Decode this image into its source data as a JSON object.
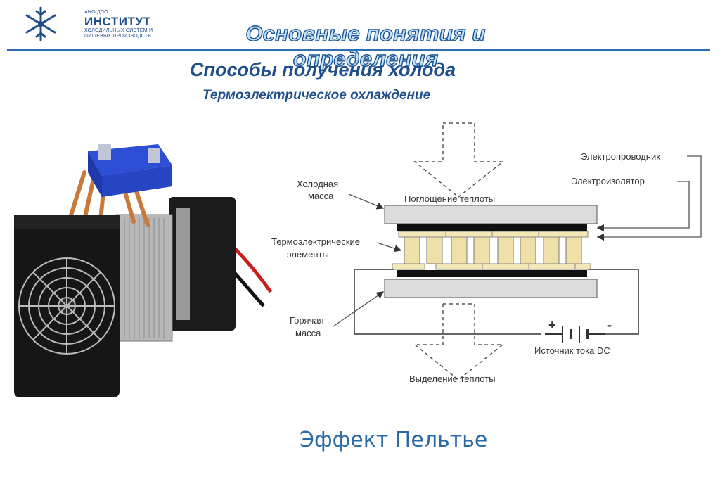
{
  "logo": {
    "line1": "АНО ДПО",
    "line2": "ИНСТИТУТ",
    "line3": "ХОЛОДИЛЬНЫХ СИСТЕМ И",
    "line4": "ПИЩЕВЫХ ПРОИЗВОДСТВ"
  },
  "header": {
    "title": "Основные понятия и определения"
  },
  "main": {
    "title": "Способы получения холода",
    "subtitle": "Термоэлектрическое охлаждение"
  },
  "diagram": {
    "labels": {
      "cold_mass": [
        "Холодная",
        "масса"
      ],
      "heat_absorption": "Поглощение теплоты",
      "thermo_elements": [
        "Термоэлектрические",
        "элементы"
      ],
      "hot_mass": [
        "Горячая",
        "масса"
      ],
      "heat_release": "Выделение теплоты",
      "conductor": "Электропроводник",
      "insulator": "Электроизолятор",
      "dc_source": "Источник тока DC",
      "plus": "+",
      "minus": "-"
    }
  },
  "footer": {
    "effect": "Эффект Пельтье"
  },
  "colors": {
    "brand": "#1f4e8c",
    "rule": "#2f6fb0",
    "effect": "#2a6aa8"
  }
}
